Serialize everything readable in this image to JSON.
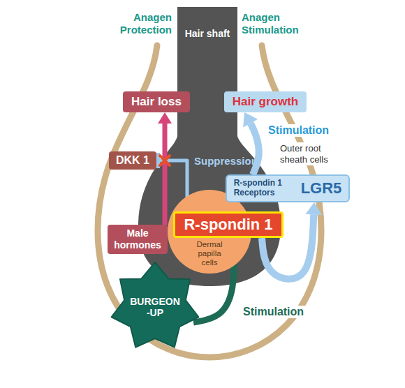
{
  "diagram": {
    "nodes": [
      {
        "text": [
          "Hair loss"
        ]
      },
      {
        "text": [
          "Hair growth"
        ]
      },
      {
        "text": [
          "DKK 1"
        ]
      },
      {
        "text": [
          "R-spondin 1 Receptors",
          "LGR5"
        ]
      },
      {
        "text": [
          "R-spondin 1"
        ]
      },
      {
        "text": [
          "Male hormones"
        ]
      },
      {
        "text": [
          "Dermal papilla cells"
        ]
      },
      {
        "text": [
          "BURGEON -UP"
        ]
      }
    ],
    "edges": [
      {
        "from": 5,
        "to": 0,
        "arrow": "to"
      },
      {
        "from": 4,
        "to": 2,
        "label": "Suppression",
        "arrow": "to"
      },
      {
        "from": 4,
        "to": 3,
        "arrow": "to"
      },
      {
        "from": 3,
        "to": 1,
        "label": "Stimulation",
        "arrow": "to"
      },
      {
        "from": 7,
        "to": 4,
        "label": "Stimulation",
        "arrow": "to"
      }
    ],
    "labels": [
      "Anagen Protection",
      "Anagen Stimulation",
      "Hair shaft",
      "Outer root sheath cells"
    ]
  }
}
